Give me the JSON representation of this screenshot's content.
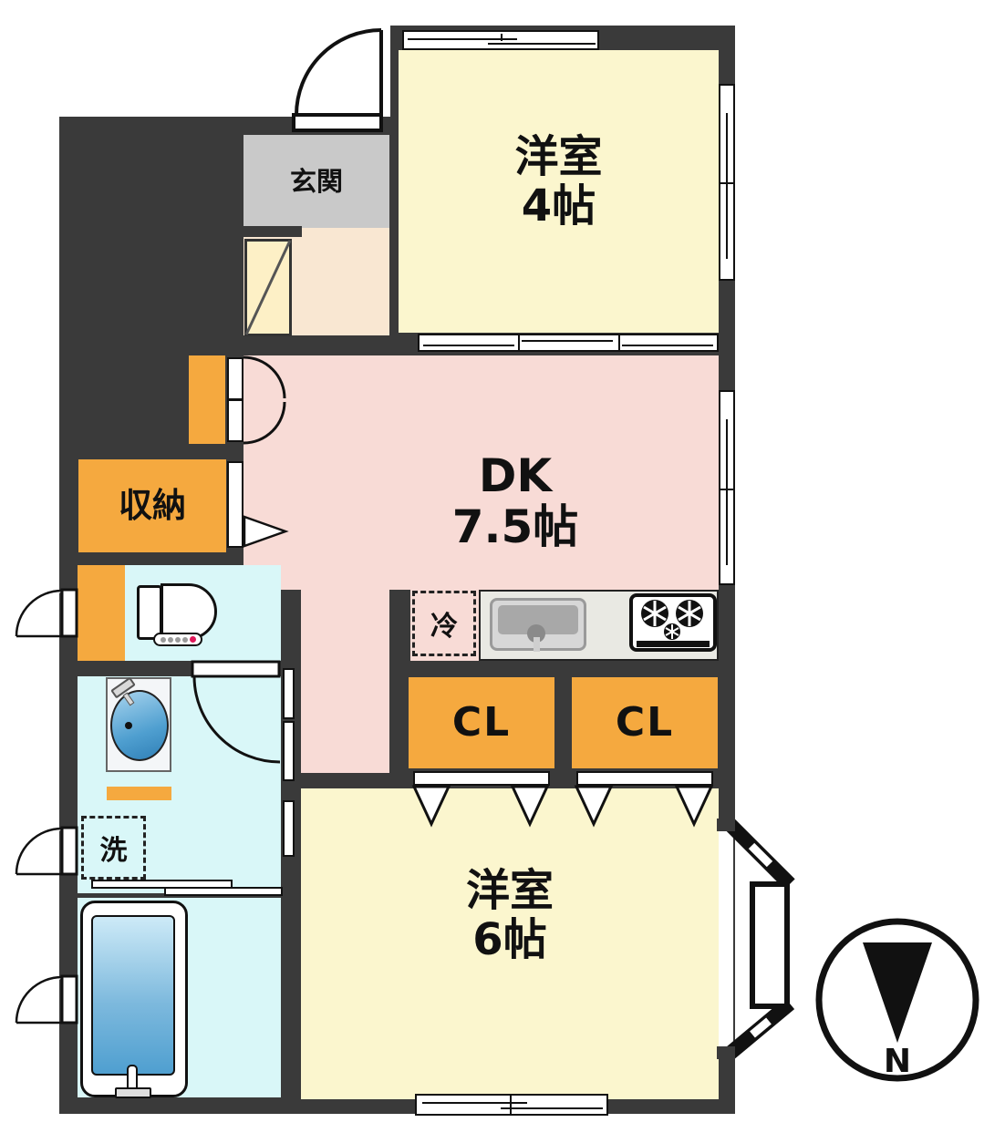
{
  "rooms": {
    "entrance": {
      "label": "玄関"
    },
    "western_room_4": {
      "name": "洋室",
      "size": "4帖"
    },
    "dining_kitchen": {
      "name": "DK",
      "size": "7.5帖"
    },
    "storage": {
      "label": "収納"
    },
    "closet_left": {
      "label": "CL"
    },
    "closet_right": {
      "label": "CL"
    },
    "western_room_6": {
      "name": "洋室",
      "size": "6帖"
    },
    "refrigerator": {
      "label": "冷"
    },
    "washing_machine": {
      "label": "洗"
    }
  },
  "compass": {
    "north_label": "N"
  },
  "colors": {
    "wall": "#3a3a3a",
    "room_yellow": "#fbf6ce",
    "dk_pink": "#f8dbd6",
    "accent_orange": "#f5a93f",
    "wet_area_cyan": "#d9f7f8",
    "entrance_gray": "#c9c9c9",
    "step_peach": "#f9e7d2",
    "tub_blue": "#4f9fd0",
    "counter_gray": "#e9e9e3"
  }
}
